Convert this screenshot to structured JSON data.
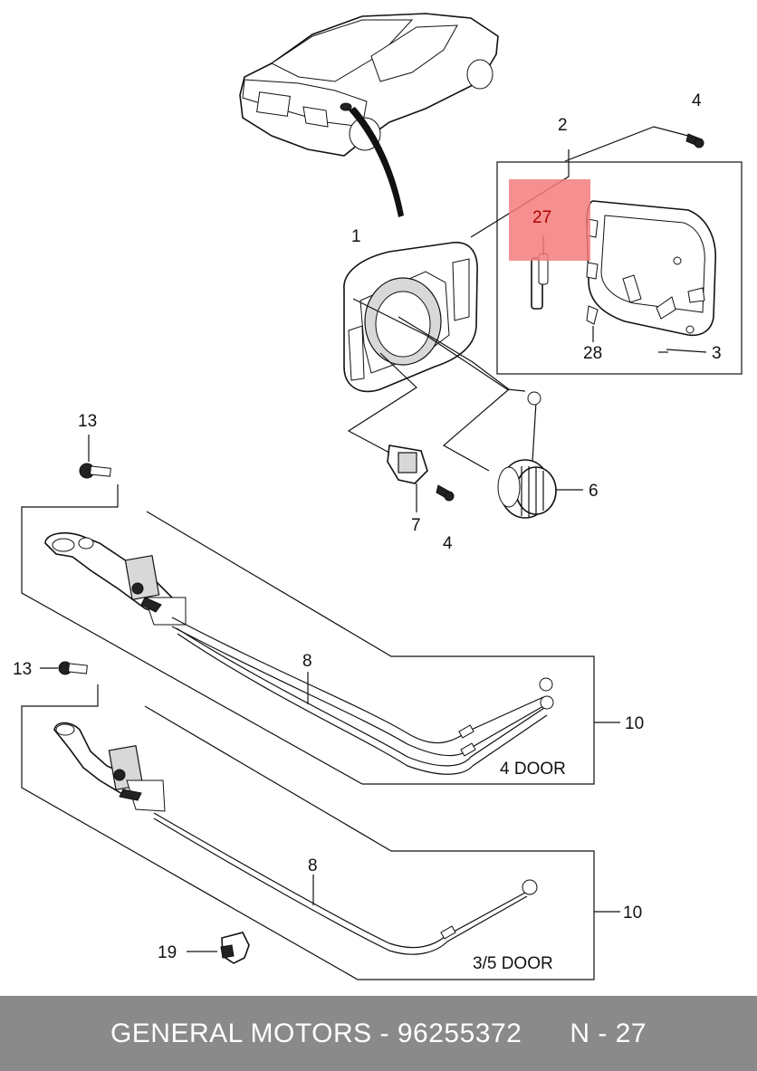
{
  "callouts": {
    "c1": "1",
    "c2": "2",
    "c3": "3",
    "c4a": "4",
    "c4b": "4",
    "c6": "6",
    "c7": "7",
    "c8a": "8",
    "c8b": "8",
    "c10a": "10",
    "c10b": "10",
    "c13a": "13",
    "c13b": "13",
    "c19": "19",
    "c27": "27",
    "c28": "28"
  },
  "labels": {
    "four_door": "4 DOOR",
    "three_five_door": "3/5 DOOR"
  },
  "highlight": {
    "color": "#f47c7c",
    "part": "27"
  },
  "footer": {
    "brand": "GENERAL MOTORS",
    "separator": " - ",
    "part_number": "96255372",
    "page_ref": "N - 27",
    "background": "#8a8a8a"
  }
}
